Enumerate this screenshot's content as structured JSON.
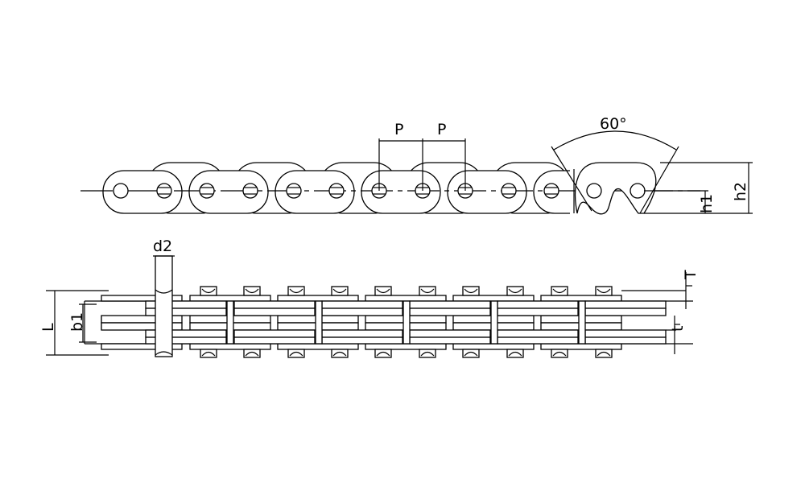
{
  "drawing": {
    "title": "Chain technical drawing",
    "side_view": {
      "pitch_label_1": "P",
      "pitch_label_2": "P",
      "angle_label": "60°",
      "h1_label": "h1",
      "h2_label": "h2"
    },
    "top_view": {
      "d2_label": "d2",
      "L_label": "L",
      "b1_label": "b1",
      "T_label": "T",
      "t_label": "t"
    },
    "colors": {
      "line": "#000000",
      "background": "#ffffff"
    }
  }
}
